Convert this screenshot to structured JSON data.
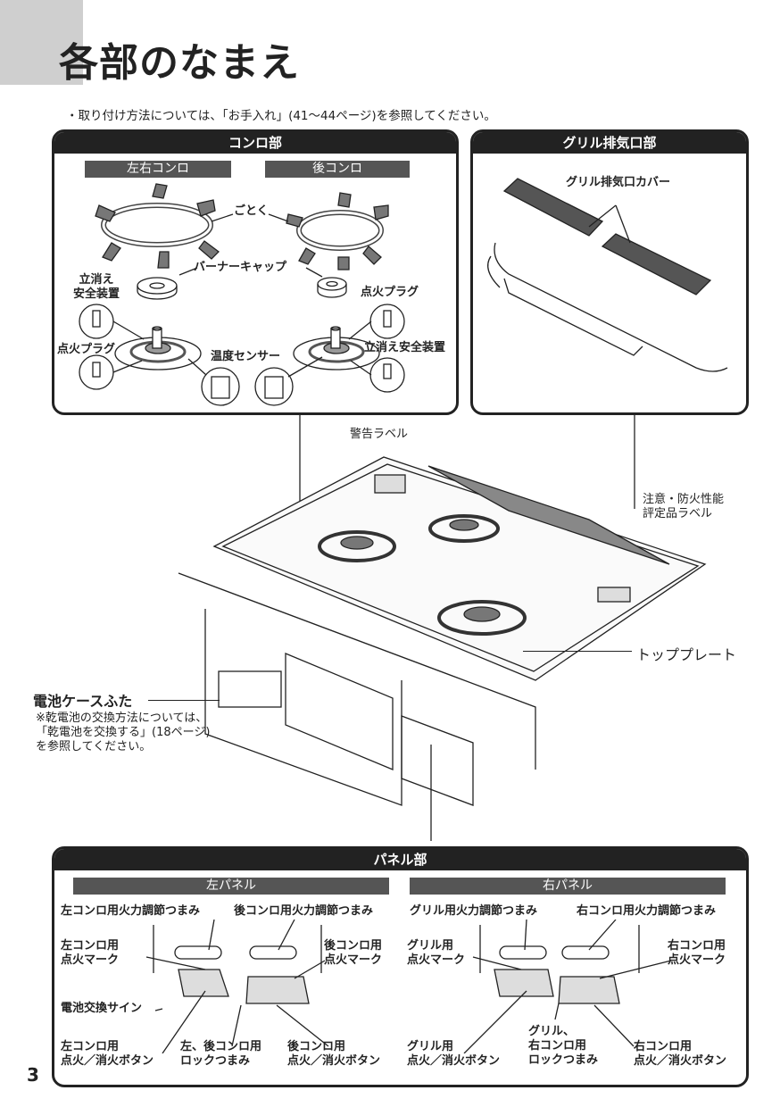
{
  "page": {
    "title": "各部のなまえ",
    "note": "・取り付け方法については、「お手入れ」(41〜44ページ)を参照してください。",
    "page_number": "3"
  },
  "konro_section": {
    "header": "コンロ部",
    "sub_left": "左右コンロ",
    "sub_right": "後コンロ",
    "labels": {
      "gotoku": "ごとく",
      "burner_cap": "バーナーキャップ",
      "tachikie_l1": "立消え",
      "tachikie_l2": "安全装置",
      "tenka_plug_left": "点火プラグ",
      "tenka_plug_right": "点火プラグ",
      "ondo_sensor": "温度センサー",
      "tachikie_right": "立消え安全装置"
    }
  },
  "grill_section": {
    "header": "グリル排気口部",
    "cover_label": "グリル排気口カバー"
  },
  "main_labels": {
    "warning_label": "警告ラベル",
    "caution_l1": "注意・防火性能",
    "caution_l2": "評定品ラベル",
    "top_plate": "トッププレート",
    "battery_cover": "電池ケースふた",
    "battery_note_l1": "※乾電池の交換方法については、",
    "battery_note_l2": "「乾電池を交換する」(18ページ)",
    "battery_note_l3": "を参照してください。"
  },
  "panel_section": {
    "header": "パネル部",
    "left_sub": "左パネル",
    "right_sub": "右パネル",
    "left": {
      "knob_l": "左コンロ用火力調節つまみ",
      "knob_r": "後コンロ用火力調節つまみ",
      "mark_l1": "左コンロ用",
      "mark_l2": "点火マーク",
      "mark_r1": "後コンロ用",
      "mark_r2": "点火マーク",
      "battery_sign": "電池交換サイン",
      "btn_l1": "左コンロ用",
      "btn_l2": "点火／消火ボタン",
      "lock1": "左、後コンロ用",
      "lock2": "ロックつまみ",
      "btn_r1": "後コンロ用",
      "btn_r2": "点火／消火ボタン"
    },
    "right": {
      "knob_l": "グリル用火力調節つまみ",
      "knob_r": "右コンロ用火力調節つまみ",
      "mark_l1": "グリル用",
      "mark_l2": "点火マーク",
      "mark_r1": "右コンロ用",
      "mark_r2": "点火マーク",
      "lock1": "グリル、",
      "lock2": "右コンロ用",
      "lock3": "ロックつまみ",
      "btn_l1": "グリル用",
      "btn_l2": "点火／消火ボタン",
      "btn_r1": "右コンロ用",
      "btn_r2": "点火／消火ボタン"
    }
  }
}
